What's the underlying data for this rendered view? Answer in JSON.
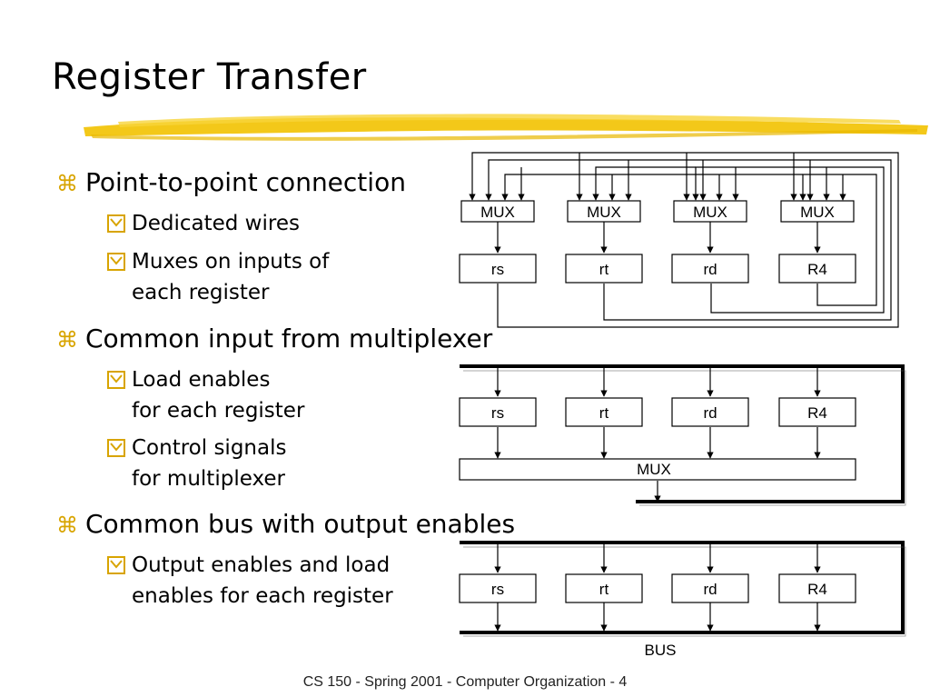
{
  "slide": {
    "title": "Register Transfer",
    "bullets": [
      {
        "text": "Point-to-point connection",
        "sub": [
          [
            "Dedicated wires"
          ],
          [
            "Muxes on inputs of",
            "each register"
          ]
        ]
      },
      {
        "text": "Common input from multiplexer",
        "sub": [
          [
            "Load enables",
            "for each register"
          ],
          [
            "Control signals",
            "for multiplexer"
          ]
        ]
      },
      {
        "text": "Common bus with output enables",
        "sub": [
          [
            "Output enables and load",
            "enables for each register"
          ]
        ]
      }
    ],
    "footer": "CS 150 - Spring 2001 - Computer Organization - 4"
  },
  "diagram": {
    "top": {
      "mux_labels": [
        "MUX",
        "MUX",
        "MUX",
        "MUX"
      ],
      "registers": [
        "rs",
        "rt",
        "rd",
        "R4"
      ]
    },
    "middle": {
      "registers": [
        "rs",
        "rt",
        "rd",
        "R4"
      ],
      "mux_label": "MUX"
    },
    "bottom": {
      "registers": [
        "rs",
        "rt",
        "rd",
        "R4"
      ],
      "bus_label": "BUS"
    }
  },
  "colors": {
    "highlight": "#f2c200",
    "bullet": "#d8a400",
    "bus": "#000000"
  }
}
